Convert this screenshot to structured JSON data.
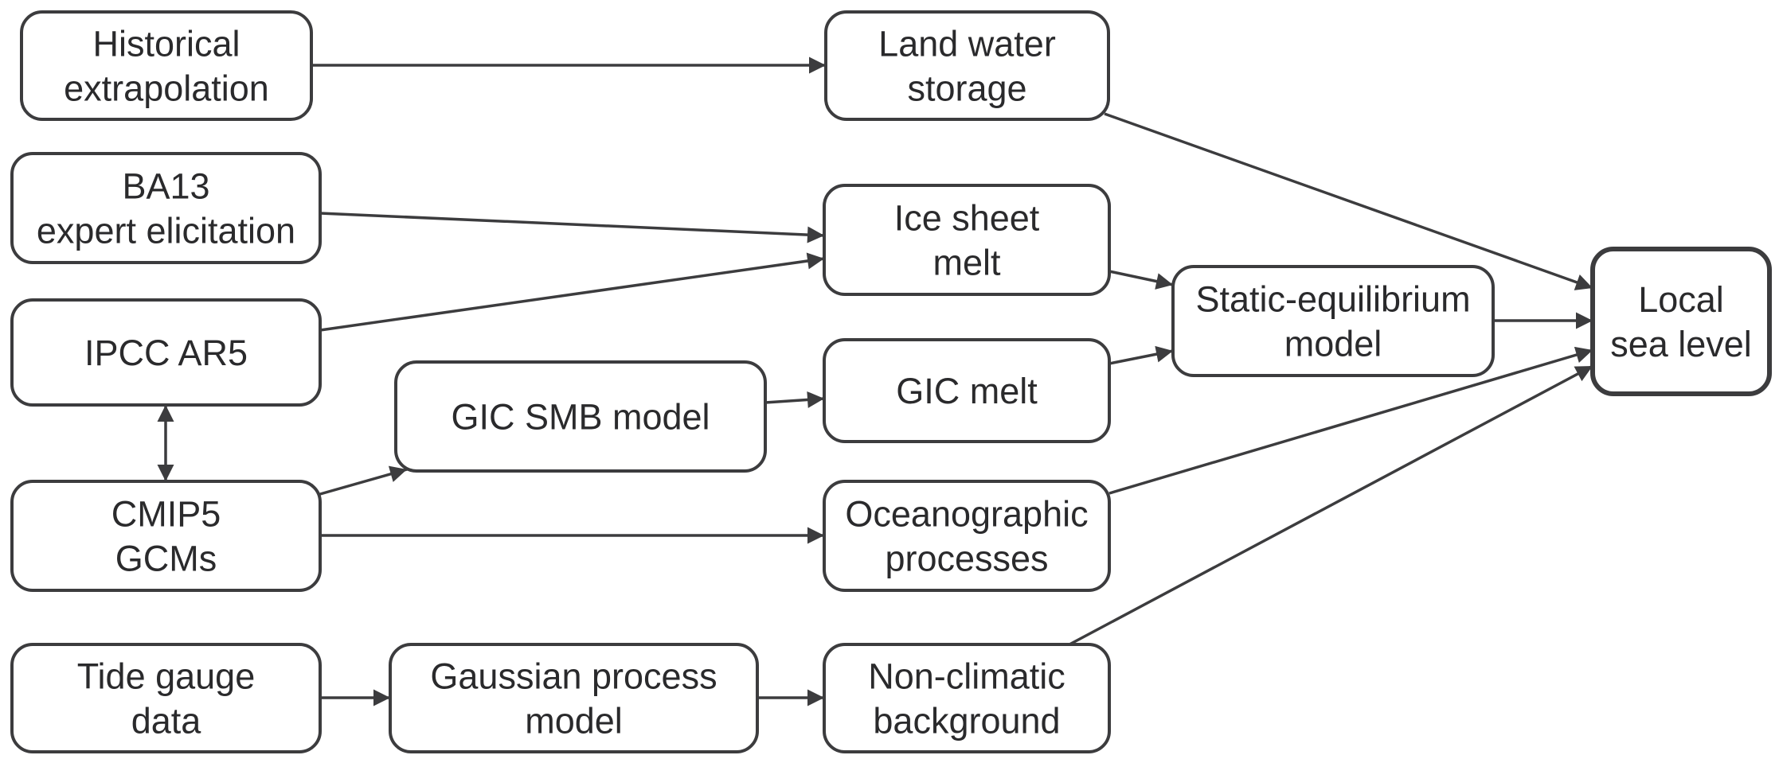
{
  "nodes": [
    {
      "id": "historical",
      "lines": [
        "Historical",
        "extrapolation"
      ]
    },
    {
      "id": "ba13",
      "lines": [
        "BA13",
        "expert elicitation"
      ]
    },
    {
      "id": "ipcc",
      "lines": [
        "IPCC AR5"
      ]
    },
    {
      "id": "cmip5",
      "lines": [
        "CMIP5",
        "GCMs"
      ]
    },
    {
      "id": "tide",
      "lines": [
        "Tide gauge",
        "data"
      ]
    },
    {
      "id": "gicsmb",
      "lines": [
        "GIC SMB model"
      ]
    },
    {
      "id": "gauss",
      "lines": [
        "Gaussian process",
        "model"
      ]
    },
    {
      "id": "landwater",
      "lines": [
        "Land water",
        "storage"
      ]
    },
    {
      "id": "icesheet",
      "lines": [
        "Ice sheet",
        "melt"
      ]
    },
    {
      "id": "gicmelt",
      "lines": [
        "GIC melt"
      ]
    },
    {
      "id": "ocean",
      "lines": [
        "Oceanographic",
        "processes"
      ]
    },
    {
      "id": "nonclim",
      "lines": [
        "Non-climatic",
        "background"
      ]
    },
    {
      "id": "static",
      "lines": [
        "Static-equilibrium",
        "model"
      ]
    },
    {
      "id": "local",
      "lines": [
        "Local",
        "sea level"
      ]
    }
  ],
  "edges": [
    {
      "from": "historical",
      "to": "landwater"
    },
    {
      "from": "ba13",
      "to": "icesheet"
    },
    {
      "from": "ipcc",
      "to": "icesheet"
    },
    {
      "from": "ipcc",
      "to": "cmip5",
      "bidirectional": true
    },
    {
      "from": "cmip5",
      "to": "gicsmb"
    },
    {
      "from": "cmip5",
      "to": "ocean"
    },
    {
      "from": "gicsmb",
      "to": "gicmelt"
    },
    {
      "from": "tide",
      "to": "gauss"
    },
    {
      "from": "gauss",
      "to": "nonclim"
    },
    {
      "from": "icesheet",
      "to": "static"
    },
    {
      "from": "gicmelt",
      "to": "static"
    },
    {
      "from": "landwater",
      "to": "local"
    },
    {
      "from": "static",
      "to": "local"
    },
    {
      "from": "ocean",
      "to": "local"
    },
    {
      "from": "nonclim",
      "to": "local"
    }
  ]
}
